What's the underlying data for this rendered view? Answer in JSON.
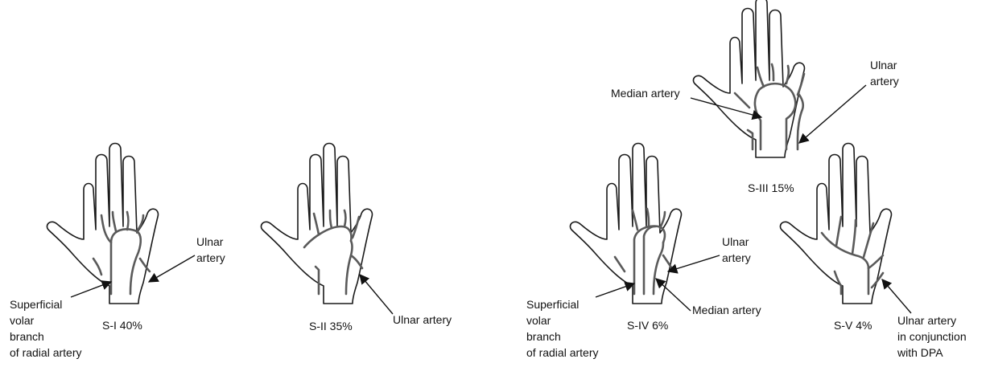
{
  "diagrams": [
    {
      "caption": "S-I 40%",
      "labels": [
        [
          "Superficial",
          "volar",
          "branch",
          "of radial artery"
        ],
        [
          "Ulnar",
          "artery"
        ]
      ]
    },
    {
      "caption": "S-II 35%",
      "labels": [
        [
          "Ulnar artery"
        ]
      ]
    },
    {
      "caption": "S-III 15%",
      "labels": [
        [
          "Median artery"
        ],
        [
          "Ulnar",
          "artery"
        ]
      ]
    },
    {
      "caption": "S-IV 6%",
      "labels": [
        [
          "Superficial",
          "volar",
          "branch",
          "of radial artery"
        ],
        [
          "Ulnar",
          "artery"
        ],
        [
          "Median artery"
        ]
      ]
    },
    {
      "caption": "S-V 4%",
      "labels": [
        [
          "Ulnar artery",
          "in conjunction",
          "with DPA"
        ]
      ]
    }
  ],
  "colors": {
    "outline": "#1a1a1a",
    "artery": "#5a5a5a",
    "background": "#ffffff"
  }
}
